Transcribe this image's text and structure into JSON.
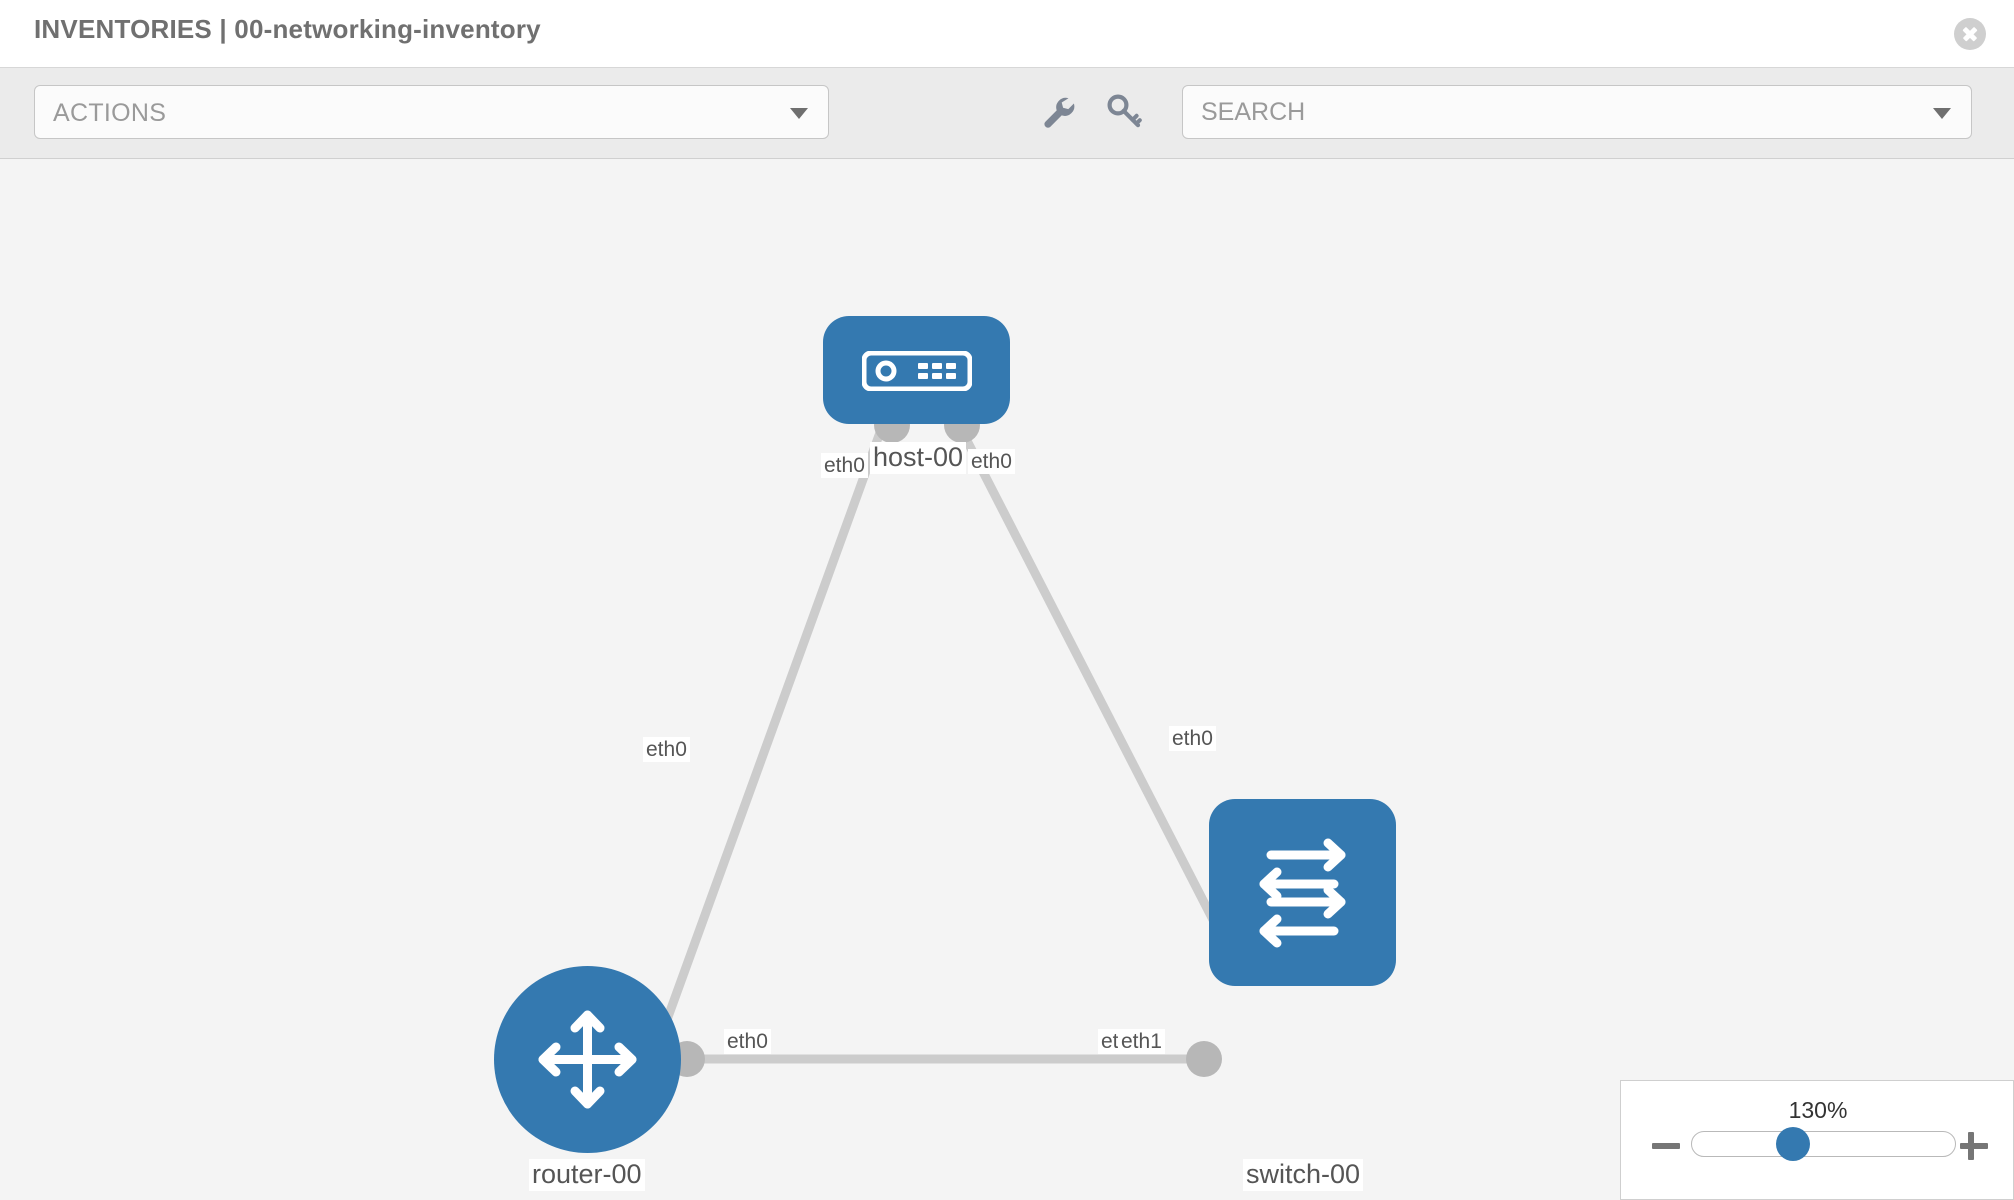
{
  "header": {
    "title": "INVENTORIES | 00-networking-inventory",
    "close_icon": "close-icon"
  },
  "toolbar": {
    "actions_label": "ACTIONS",
    "wrench_icon": "wrench-icon",
    "key_icon": "key-icon",
    "search_placeholder": "SEARCH",
    "search_value": ""
  },
  "topology": {
    "nodes": [
      {
        "id": "host-00",
        "label": "host-00",
        "type": "host"
      },
      {
        "id": "router-00",
        "label": "router-00",
        "type": "router"
      },
      {
        "id": "switch-00",
        "label": "switch-00",
        "type": "switch"
      }
    ],
    "interface_labels": {
      "host_left": "eth0",
      "host_right": "eth0",
      "router_up": "eth0",
      "switch_up": "eth0",
      "router_right": "eth0",
      "switch_left_under": "eth0",
      "switch_left": "eth1"
    }
  },
  "zoom_control": {
    "level": "130%",
    "minus_label": "minus-button",
    "plus_label": "plus-button"
  },
  "colors": {
    "node_blue": "#3479b0",
    "link_grey": "#cccccc",
    "nub_grey": "#b7b7b7",
    "canvas_bg": "#f4f4f4",
    "toolbar_bg": "#ebebeb",
    "title_grey": "#707070"
  }
}
